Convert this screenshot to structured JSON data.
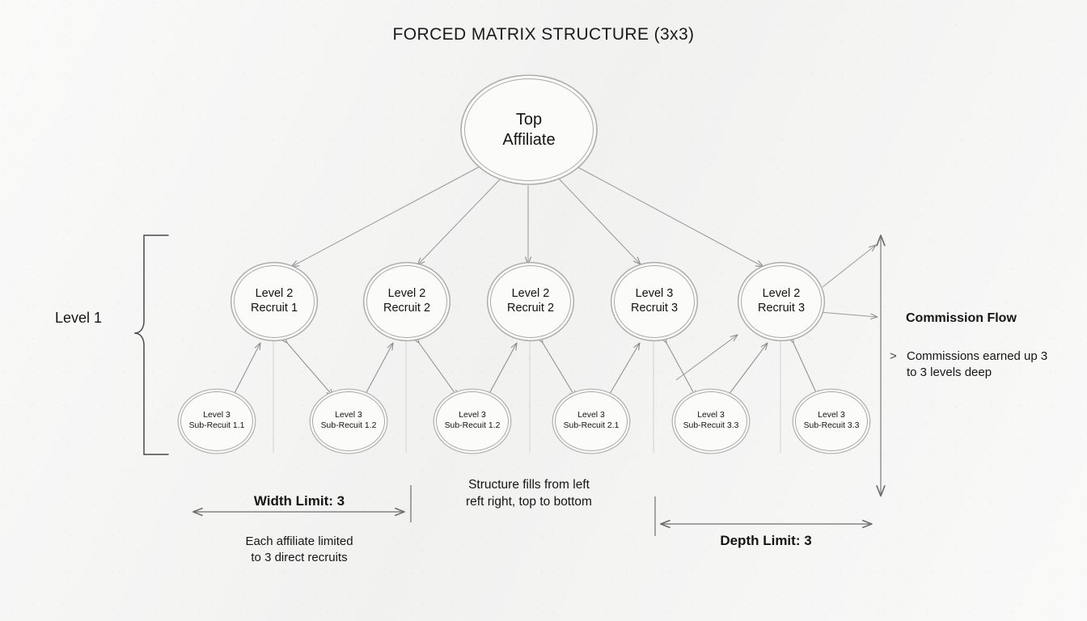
{
  "diagram": {
    "title": "FORCED MATRIX STRUCTURE (3x3)",
    "background_color": "#f4f4f3",
    "ink_color": "#8f8f8f",
    "text_color": "#151515"
  },
  "nodes": {
    "root": {
      "line1": "Top",
      "line2": "Affiliate"
    },
    "level2": [
      {
        "line1": "Level 2",
        "line2": "Recruit 1"
      },
      {
        "line1": "Level 2",
        "line2": "Recruit 2"
      },
      {
        "line1": "Level 2",
        "line2": "Recruit 2"
      },
      {
        "line1": "Level 3",
        "line2": "Recruit 3"
      },
      {
        "line1": "Level 2",
        "line2": "Recruit 3"
      }
    ],
    "level3": [
      {
        "line1": "Level 3",
        "line2": "Sub-Recuit 1.1"
      },
      {
        "line1": "Level 3",
        "line2": "Sub-Recuit 1.2"
      },
      {
        "line1": "Level 3",
        "line2": "Sub-Recuit 1.2"
      },
      {
        "line1": "Level 3",
        "line2": "Sub-Recuit 2.1"
      },
      {
        "line1": "Level 3",
        "line2": "Sub-Recuit 3.3"
      },
      {
        "line1": "Level 3",
        "line2": "Sub-Recuit 3.3"
      }
    ]
  },
  "annotations": {
    "level1_bracket_label": "Level 1",
    "commission_flow_title": "Commission Flow",
    "commission_bullet_mark": ">",
    "commission_flow_note": "Commissions earned up 3\nto 3 levels deep",
    "width_limit_label": "Width Limit: 3",
    "width_limit_note": "Each affiliate limited\nto 3 direct recruits",
    "fill_order_note": "Structure fills from left\nreft right, top to bottom",
    "depth_limit_label": "Depth Limit: 3"
  }
}
